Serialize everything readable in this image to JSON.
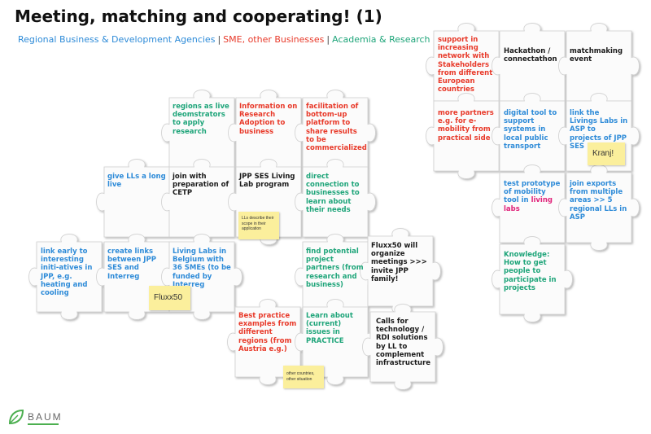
{
  "title": "Meeting, matching and cooperating! (1)",
  "legend": {
    "regional": "Regional Business & Development Agencies",
    "sep1": "|",
    "sme": "SME, other Businesses",
    "sep2": "|",
    "academia": "Academia & Research"
  },
  "colors": {
    "regional": "#2e8bd8",
    "sme": "#e83a2a",
    "academia": "#1fa57a"
  },
  "pieces": {
    "regions_live": "regions as live deomstrators to apply research",
    "info_research": "Information on Research Adoption to business",
    "facilitation": "facilitation of bottom-up platform to share results to be commercialized",
    "give_lls": "give LLs a long live",
    "join_cetp": "join with preparation of CETP",
    "jpp_ses": "JPP SES Living Lab program",
    "direct_conn": "direct connection to businesses to learn about their needs",
    "link_early": "link early to interesting initi-atives in JPP, e.g. heating and cooling",
    "create_links": "create links between JPP SES and Interreg",
    "living_labs_be": "Living Labs in Belgium with 36 SMEs (to be funded by Interreg",
    "find_partners": "find potential project partners (from research and business)",
    "fluxx50": "Fluxx50 will organize meetings >>> invite JPP family!",
    "best_practice": "Best practice examples from different regions (from Austria e.g.)",
    "learn_issues": "Learn about (current) issues in PRACTICE",
    "calls_tech": "Calls for technology / RDI solutions by LL to complement infrastructure",
    "support_network": "support in increasing network with Stakeholders from different European countries",
    "hackathon": "Hackathon / connectathon",
    "matchmaking": "matchmaking event",
    "more_partners": "more partners e.g. for e-mobility from practical side",
    "digital_tool": "digital tool to support systems in local public transport",
    "link_living": "link the Livings Labs in ASP to projects of JPP SES",
    "test_proto_1": "test prototype of mobility tool in",
    "test_proto_2": "living labs",
    "join_experts": "join exports from multiple areas >> 5 regional LLs in ASP",
    "knowledge": "Knowledge: How to get people to participate in projects"
  },
  "stickies": {
    "lls_describe": "LLs describe their scope in their application",
    "fluxx50": "Fluxx50",
    "kranj": "Kranj!",
    "other_countries": "other countries, other situation"
  },
  "logo": {
    "name": "BAUM",
    "icon": "leaf-icon"
  }
}
